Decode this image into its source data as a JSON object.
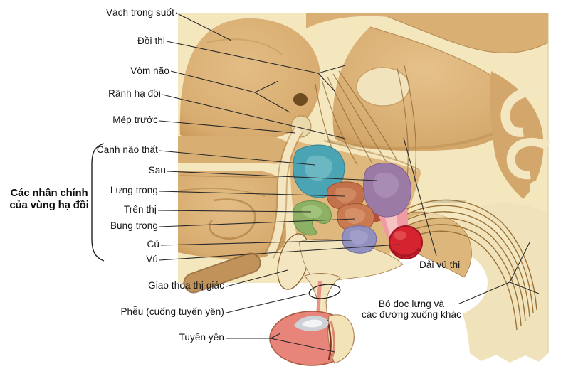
{
  "figure": {
    "type": "anatomical-diagram",
    "subject": "Sagittal section of hypothalamus and pituitary with Vietnamese labels",
    "group_label": {
      "line1": "Các nhân chính",
      "line2": "của vùng hạ đồi"
    },
    "labels": [
      {
        "id": "vach-trong-suot",
        "text": "Vách trong suốt"
      },
      {
        "id": "doi-thi",
        "text": "Đồi thị"
      },
      {
        "id": "vom-nao",
        "text": "Vòm não"
      },
      {
        "id": "ranh-ha-doi",
        "text": "Rãnh hạ đồi"
      },
      {
        "id": "mep-truoc",
        "text": "Mép trước"
      },
      {
        "id": "canh-nao-that",
        "text": "Cạnh não thất"
      },
      {
        "id": "sau",
        "text": "Sau"
      },
      {
        "id": "lung-trong",
        "text": "Lưng trong"
      },
      {
        "id": "tren-thi",
        "text": "Trên thị"
      },
      {
        "id": "bung-trong",
        "text": "Bụng trong"
      },
      {
        "id": "cu",
        "text": "Củ"
      },
      {
        "id": "vu",
        "text": "Vú"
      },
      {
        "id": "giao-thoa-thi-giac",
        "text": "Giao thoa thị giác"
      },
      {
        "id": "pheu",
        "text": "Phễu (cuống tuyến yên)"
      },
      {
        "id": "tuyen-yen",
        "text": "Tuyến yên"
      },
      {
        "id": "dai-vu-thi",
        "text": "Dải vú thị"
      },
      {
        "id": "bo-doc-lung",
        "text": "Bó dọc lưng và",
        "text2": "các đường xuống khác"
      }
    ],
    "palette": {
      "background": "#ffffff",
      "parchment": "#f4e6bd",
      "brain_tan": "#dcb278",
      "cream_structure": "#f2e4bc",
      "outline_brown": "#8d6838",
      "leader_line": "#2a2a2a",
      "nucleus_paraventricular_teal": "#4ba4b3",
      "nucleus_posterior_purple": "#9b7ba6",
      "nucleus_dorsomedial_orange": "#c3714b",
      "nucleus_ventromedial_orange": "#ca7950",
      "nucleus_supraoptic_green": "#8db164",
      "nucleus_tuberal_lavender": "#9190bf",
      "mammillary_body_red": "#d52430",
      "mammillothalamic_tract_pink": "#f09aa3",
      "pituitary_salmon": "#e8857a"
    }
  }
}
